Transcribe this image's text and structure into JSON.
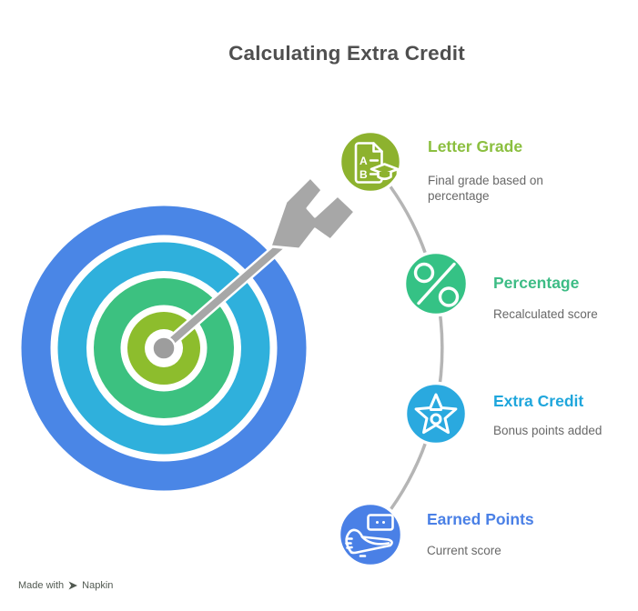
{
  "title": "Calculating Extra Credit",
  "steps": [
    {
      "id": "letter-grade",
      "label": "Letter Grade",
      "description": "Final grade based on percentage",
      "circle_color": "#8db22e",
      "label_color": "#8bbf3f",
      "icon": "report-card-graduation-icon"
    },
    {
      "id": "percentage",
      "label": "Percentage",
      "description": "Recalculated score",
      "circle_color": "#35c285",
      "label_color": "#3dbc85",
      "icon": "percent-icon"
    },
    {
      "id": "extra-credit",
      "label": "Extra Credit",
      "description": "Bonus points added",
      "circle_color": "#2aa9df",
      "label_color": "#1fa6dc",
      "icon": "star-badge-icon"
    },
    {
      "id": "earned-points",
      "label": "Earned Points",
      "description": "Current score",
      "circle_color": "#4a80e6",
      "label_color": "#4a80e6",
      "icon": "ticket-shoe-icon"
    }
  ],
  "illustration": {
    "name": "target-with-arrow",
    "ring_colors": {
      "outer_blue": "#4a86e6",
      "cyan": "#2fb0dc",
      "green": "#3cc180",
      "bullseye_yellow_green": "#8dbd2d",
      "impact_gray": "#9d9d9d",
      "arrow_gray": "#a7a7a7"
    },
    "connector_color": "#b5b5b5"
  },
  "watermark": {
    "prefix": "Made with",
    "brand": "Napkin"
  },
  "colors": {
    "background": "#ffffff",
    "title_text": "#4f4f4f",
    "description_text": "#686868"
  }
}
